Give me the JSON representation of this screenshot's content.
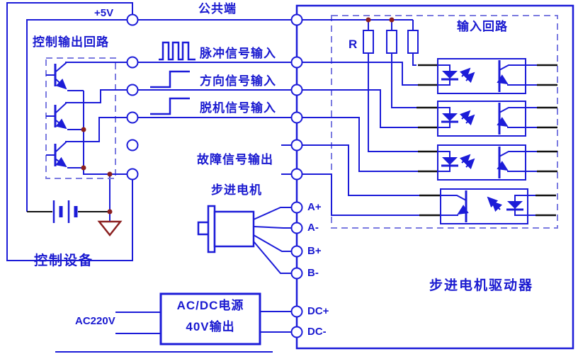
{
  "diagram": {
    "colors": {
      "wire_blue": "#1c1cd8",
      "dashed_blue": "#7b7be0",
      "junction_red": "#8b2020",
      "wire_black": "#111111"
    },
    "controller": {
      "label": "控制设备",
      "output_circuit_label": "控制输出回路",
      "supply_label": "+5V"
    },
    "signals": {
      "common": "公共端",
      "pulse": "脉冲信号输入",
      "direction": "方向信号输入",
      "offline": "脱机信号输入",
      "fault": "故障信号输出"
    },
    "motor": {
      "label": "步进电机",
      "terminals": [
        "A+",
        "A-",
        "B+",
        "B-"
      ]
    },
    "power": {
      "mains_label": "AC220V",
      "box_line1": "AC/DC电源",
      "box_line2": "40V输出",
      "terminals": [
        "DC+",
        "DC-"
      ]
    },
    "driver": {
      "label": "步进电机驱动器",
      "input_circuit_label": "输入回路",
      "resistor_label": "R"
    }
  }
}
